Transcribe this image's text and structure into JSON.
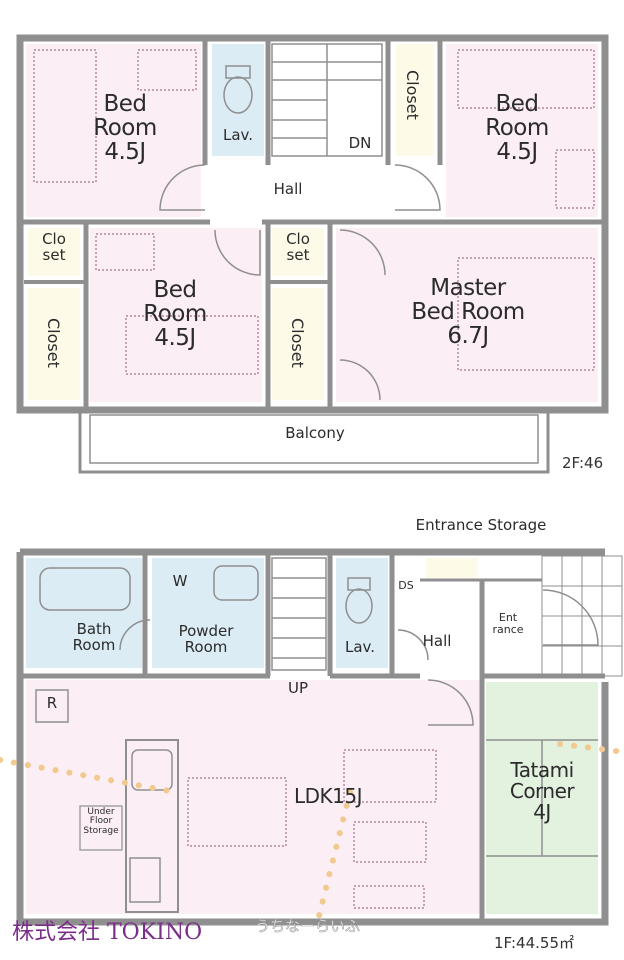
{
  "colors": {
    "wall": "#8f8f8f",
    "bedroom_fill": "#fbeff5",
    "wet_area_fill": "#dcecf5",
    "tatami_fill": "#e3f1df",
    "closet_fill": "#fdfbe8",
    "brand": "#7b2d8a",
    "light_path": "#f2c98e"
  },
  "floor2": {
    "rooms": {
      "bed_nw": "Bed\nRoom\n4.5J",
      "bed_ne": "Bed\nRoom\n4.5J",
      "bed_sw": "Bed\nRoom\n4.5J",
      "master": "Master\nBed Room\n6.7J",
      "lav": "Lav.",
      "hall": "Hall",
      "dn": "DN",
      "closet_ne": "Closet",
      "closet_w_small": "Clo\nset",
      "closet_c_small": "Clo\nset",
      "closet_w": "Closet",
      "closet_c": "Closet",
      "balcony": "Balcony"
    },
    "area": "2F:46"
  },
  "floor1": {
    "rooms": {
      "entrance_storage": "Entrance Storage",
      "w": "W",
      "ds": "DS",
      "bath": "Bath\nRoom",
      "powder": "Powder\nRoom",
      "lav": "Lav.",
      "hall": "Hall",
      "entrance": "Ent\nrance",
      "up": "UP",
      "r": "R",
      "ldk": "LDK15J",
      "tatami": "Tatami\nCorner\n4J",
      "under_floor": "Under\nFloor\nStorage"
    },
    "area": "1F:44.55㎡"
  },
  "brand": "株式会社 TOKINO",
  "watermark": "うちなーらいふ"
}
